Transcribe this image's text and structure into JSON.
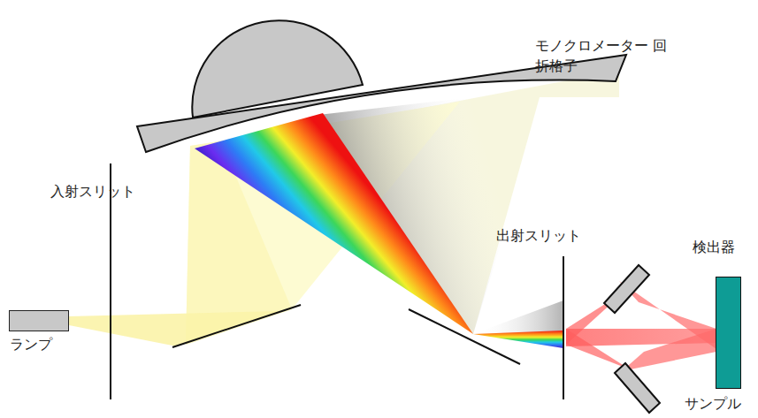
{
  "diagram": {
    "nodes": [
      {
        "text": [
          "ランプ"
        ]
      },
      {
        "text": [
          "検出器"
        ]
      }
    ],
    "labels": [
      "モノクロメーター 回折格子",
      "入射スリット",
      "出射スリット",
      "サンプル"
    ]
  }
}
